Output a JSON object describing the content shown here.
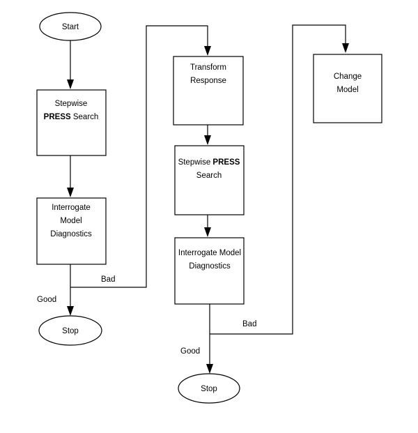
{
  "diagram": {
    "col1": {
      "start": "Start",
      "search": {
        "line1": "Stepwise",
        "line2_bold": "PRESS",
        "line2_rest": " Search"
      },
      "diagnostics": {
        "line1": "Interrogate",
        "line2": "Model",
        "line3": "Diagnostics"
      },
      "stop": "Stop",
      "good": "Good",
      "bad": "Bad"
    },
    "col2": {
      "transform": {
        "line1": "Transform",
        "line2": "Response"
      },
      "search": {
        "line1_rest": "Stepwise ",
        "line1_bold": "PRESS",
        "line2": "Search"
      },
      "diagnostics": {
        "line1": "Interrogate Model",
        "line2": "Diagnostics"
      },
      "stop": "Stop",
      "good": "Good",
      "bad": "Bad"
    },
    "col3": {
      "change": {
        "line1": "Change",
        "line2": "Model"
      }
    }
  }
}
